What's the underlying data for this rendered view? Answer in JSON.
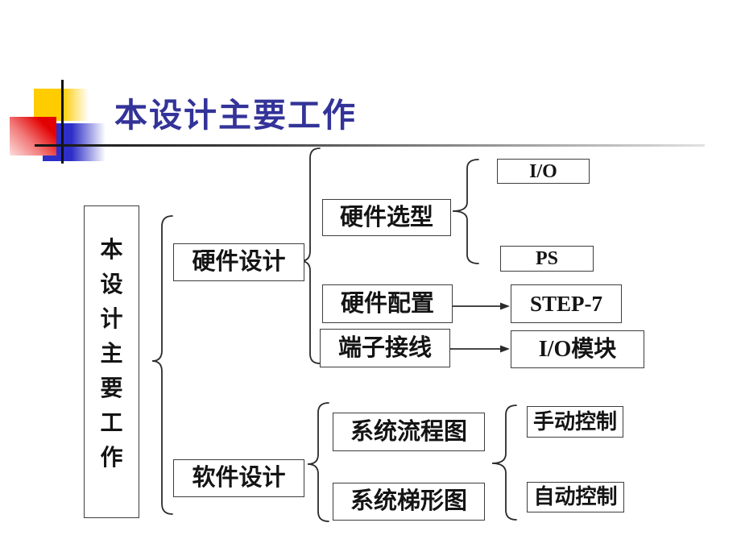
{
  "slide": {
    "title": "本设计主要工作",
    "colors": {
      "title_text": "#333399",
      "decor_yellow": "#FFCC00",
      "decor_red": "#E30000",
      "decor_blue": "#2E2EC8",
      "connector": "#2B2B2B"
    },
    "diagram": {
      "root": {
        "label": "本设计主要工作",
        "chars": [
          "本",
          "设",
          "计",
          "主",
          "要",
          "工",
          "作"
        ]
      },
      "level1": {
        "hardware": "硬件设计",
        "software": "软件设计"
      },
      "hardware_children": {
        "selection": "硬件选型",
        "config": "硬件配置",
        "wiring": "端子接线"
      },
      "selection_children": {
        "io": "I/O",
        "ps": "PS"
      },
      "config_target": "STEP-7",
      "wiring_target": "I/O模块",
      "software_children": {
        "flowchart": "系统流程图",
        "ladder": "系统梯形图"
      },
      "control_modes": {
        "manual": "手动控制",
        "auto": "自动控制"
      }
    }
  }
}
